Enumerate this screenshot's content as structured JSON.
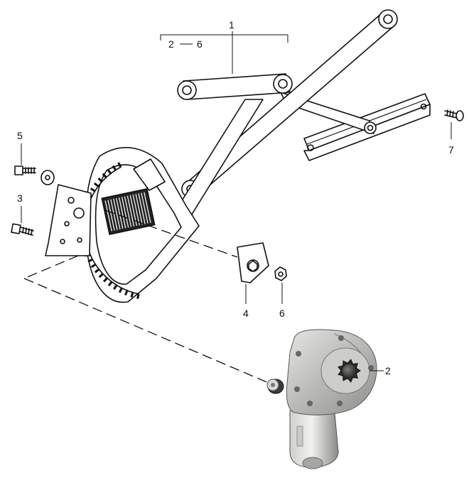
{
  "diagram": {
    "callouts": {
      "c1": "1",
      "c2_6": "2",
      "c2_6_end": "6",
      "c5": "5",
      "c3": "3",
      "c4": "4",
      "c6": "6",
      "c7": "7",
      "c2": "2"
    }
  }
}
